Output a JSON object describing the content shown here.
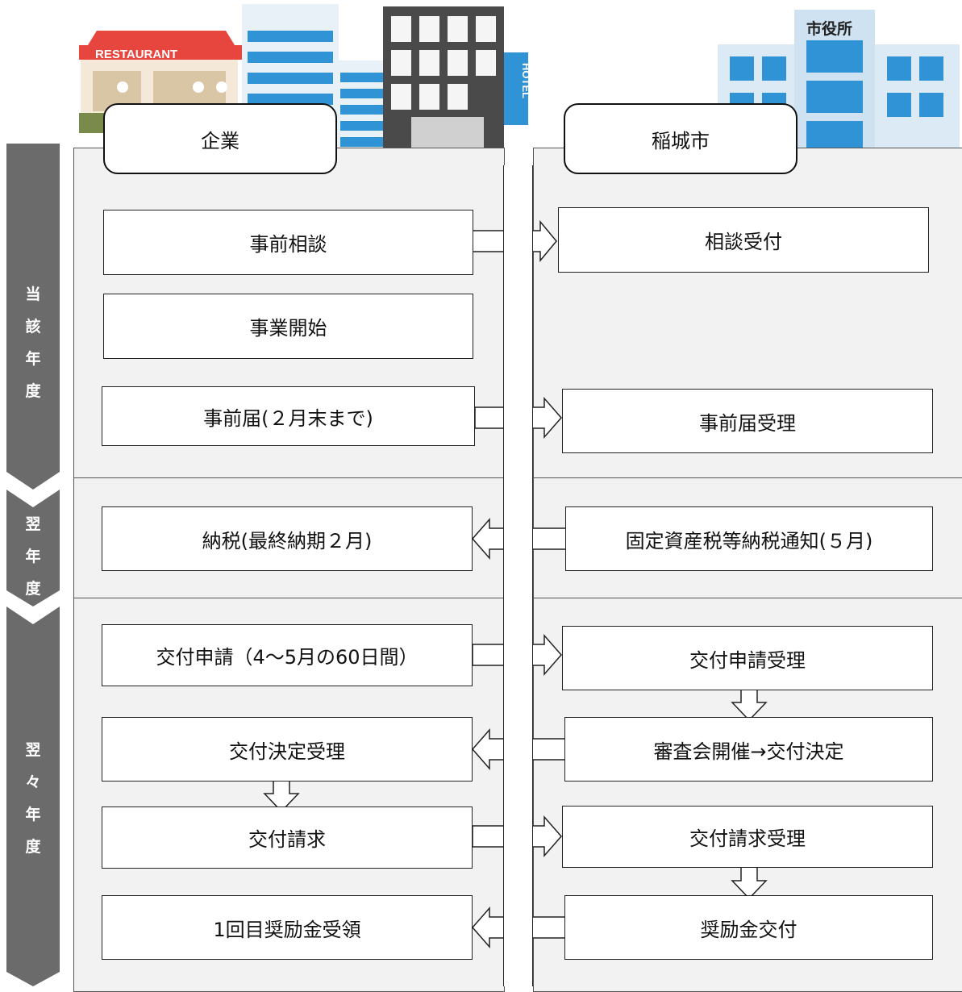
{
  "lanes": {
    "company": "企業",
    "city": "稲城市"
  },
  "illustrations": {
    "restaurant_sign": "RESTAURANT",
    "hotel_sign": "HOTEL",
    "city_hall_sign": "市役所"
  },
  "periods": [
    [
      "当",
      "該",
      "年",
      "度"
    ],
    [
      "翌",
      "年",
      "度"
    ],
    [
      "翌",
      "々",
      "年",
      "度"
    ]
  ],
  "company_steps": [
    "事前相談",
    "事業開始",
    "事前届(２月末まで)",
    "納税(最終納期２月)",
    "交付申請（4〜5月の60日間）",
    "交付決定受理",
    "交付請求",
    "1回目奨励金受領"
  ],
  "city_steps": [
    "相談受付",
    "事前届受理",
    "固定資産税等納税通知(５月)",
    "交付申請受理",
    "審査会開催→交付決定",
    "交付請求受理",
    "奨励金交付"
  ],
  "colors": {
    "period_arrow": "#6b6b6b",
    "lane_bg": "#f2f2f2",
    "box_border": "#222222"
  }
}
